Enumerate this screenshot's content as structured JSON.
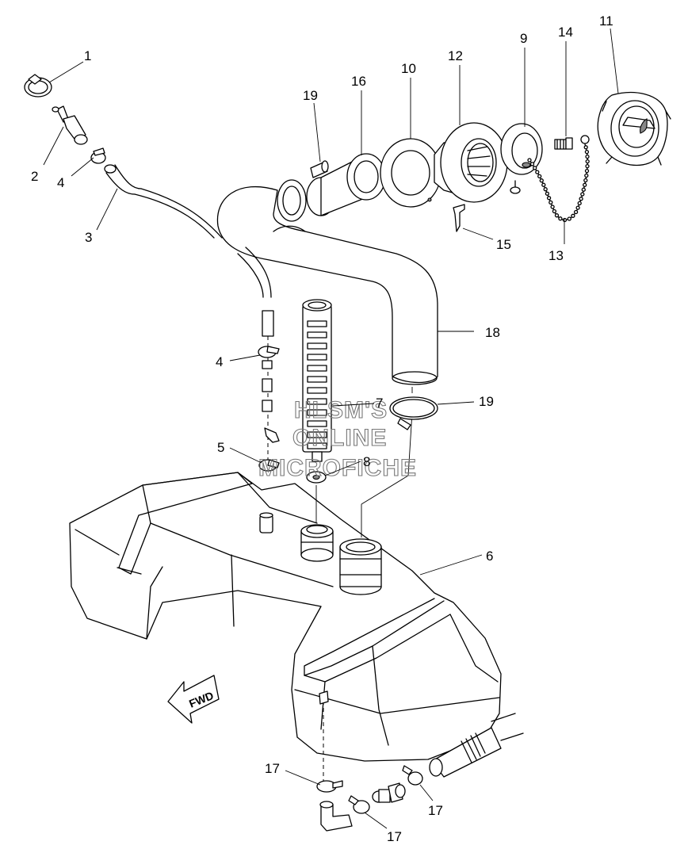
{
  "watermark": {
    "line1": "HLSM'S",
    "line2": "ONLINE",
    "line3": "MICROFICHE"
  },
  "direction_label": "FWD",
  "callouts": [
    {
      "id": "c1",
      "text": "1"
    },
    {
      "id": "c2",
      "text": "2"
    },
    {
      "id": "c3",
      "text": "3"
    },
    {
      "id": "c4a",
      "text": "4"
    },
    {
      "id": "c4b",
      "text": "4"
    },
    {
      "id": "c5",
      "text": "5"
    },
    {
      "id": "c6",
      "text": "6"
    },
    {
      "id": "c7",
      "text": "7"
    },
    {
      "id": "c8",
      "text": "8"
    },
    {
      "id": "c9",
      "text": "9"
    },
    {
      "id": "c10",
      "text": "10"
    },
    {
      "id": "c11",
      "text": "11"
    },
    {
      "id": "c12",
      "text": "12"
    },
    {
      "id": "c13",
      "text": "13"
    },
    {
      "id": "c14",
      "text": "14"
    },
    {
      "id": "c15",
      "text": "15"
    },
    {
      "id": "c16",
      "text": "16"
    },
    {
      "id": "c17a",
      "text": "17"
    },
    {
      "id": "c17b",
      "text": "17"
    },
    {
      "id": "c17c",
      "text": "17"
    },
    {
      "id": "c18",
      "text": "18"
    },
    {
      "id": "c19a",
      "text": "19"
    },
    {
      "id": "c19b",
      "text": "19"
    }
  ]
}
